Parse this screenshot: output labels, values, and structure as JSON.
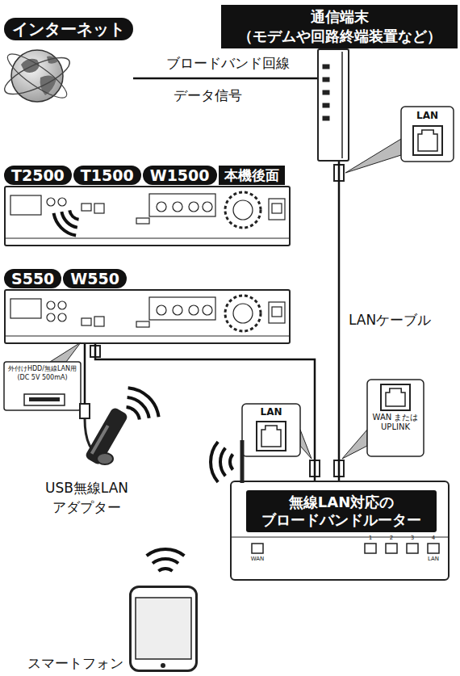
{
  "diagram": {
    "nodes": [
      {
        "text": [
          "インターネット"
        ]
      },
      {
        "text": [
          "通信端末 （モデムや回路終端装置など）"
        ]
      },
      {
        "text": [
          "T2500",
          "T1500",
          "W1500",
          "本機後面"
        ]
      },
      {
        "text": [
          "S550",
          "W550"
        ]
      },
      {
        "text": [
          "USB無線LAN アダプター"
        ]
      },
      {
        "text": [
          "無線LAN対応の ブロードバンドルーター"
        ]
      },
      {
        "text": [
          "スマートフォン"
        ]
      }
    ],
    "edges": [
      {
        "from": 0,
        "to": 1,
        "arrow": "none",
        "label": "ブロードバンド回線"
      },
      {
        "from": 1,
        "to": 5,
        "arrow": "none",
        "label": "LANケーブル"
      },
      {
        "from": 3,
        "to": 5,
        "arrow": "none"
      },
      {
        "from": 4,
        "to": 3,
        "arrow": "none"
      }
    ],
    "labels": [
      "データ信号",
      "LAN",
      "外付けHDD/無線LAN用 (DC 5V 500mA)",
      "LAN",
      "WAN または UPLINK",
      "WAN",
      "1",
      "2",
      "3",
      "4",
      "LAN"
    ]
  }
}
